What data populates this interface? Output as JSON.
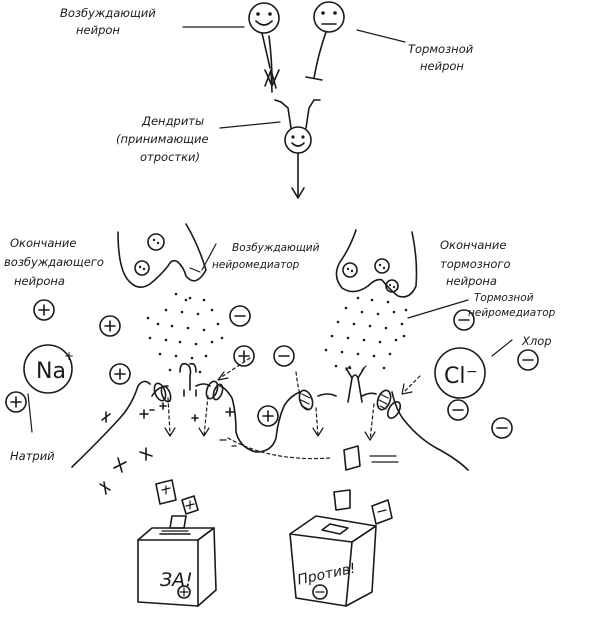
{
  "labels": {
    "excitatory_neuron": [
      "Возбуждающий",
      "нейрон"
    ],
    "inhibitory_neuron": [
      "Тормозной",
      "нейрон"
    ],
    "dendrites": [
      "Дендриты",
      "(принимающие",
      "отростки)"
    ],
    "excitatory_terminal": [
      "Окончание",
      "возбуждающего",
      "нейрона"
    ],
    "excitatory_transmitter": [
      "Возбуждающий",
      "нейромедиатор"
    ],
    "inhibitory_terminal": [
      "Окончание",
      "тормозного",
      "нейрона"
    ],
    "inhibitory_transmitter": [
      "Тормозной",
      "нейромедиатор"
    ],
    "chlorine": "Хлор",
    "sodium": "Натрий"
  },
  "ions": {
    "sodium_symbol": "Na",
    "chlorine_symbol": "Cl",
    "plus": "+",
    "minus": "−"
  },
  "ballot_boxes": {
    "for_label": "ЗА!",
    "against_label": "Против!"
  },
  "icons": [
    "happy-face-icon",
    "sad-face-icon",
    "excitatory-arrow-icon",
    "inhibitory-bar-icon",
    "ballot-box-icon"
  ]
}
